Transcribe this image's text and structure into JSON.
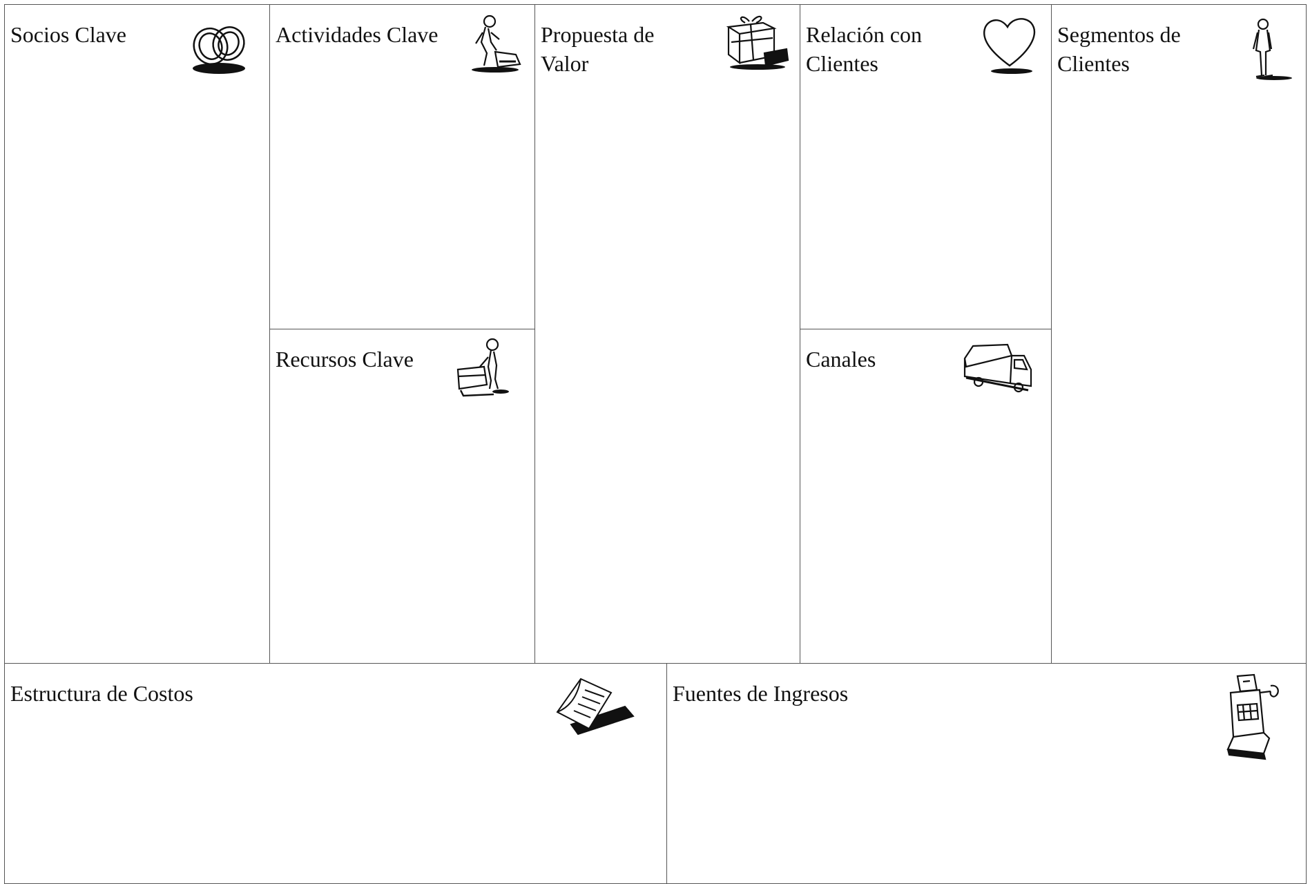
{
  "canvas": {
    "socios_clave": {
      "title": "Socios Clave",
      "icon": "linked-rings-icon"
    },
    "actividades_clave": {
      "title": "Actividades Clave",
      "icon": "person-working-icon"
    },
    "recursos_clave": {
      "title": "Recursos Clave",
      "icon": "person-with-cart-icon"
    },
    "propuesta_de_valor": {
      "title": "Propuesta de\nValor",
      "icon": "gift-box-icon"
    },
    "relacion_con_clientes": {
      "title": "Relación con\nClientes",
      "icon": "heart-icon"
    },
    "canales": {
      "title": "Canales",
      "icon": "delivery-truck-icon"
    },
    "segmentos_de_clientes": {
      "title": "Segmentos de\nClientes",
      "icon": "standing-person-icon"
    },
    "estructura_de_costos": {
      "title": "Estructura de Costos",
      "icon": "invoice-papers-icon"
    },
    "fuentes_de_ingresos": {
      "title": "Fuentes de Ingresos",
      "icon": "cash-register-icon"
    }
  },
  "colors": {
    "border": "#555555",
    "text": "#111111",
    "background": "#ffffff"
  }
}
